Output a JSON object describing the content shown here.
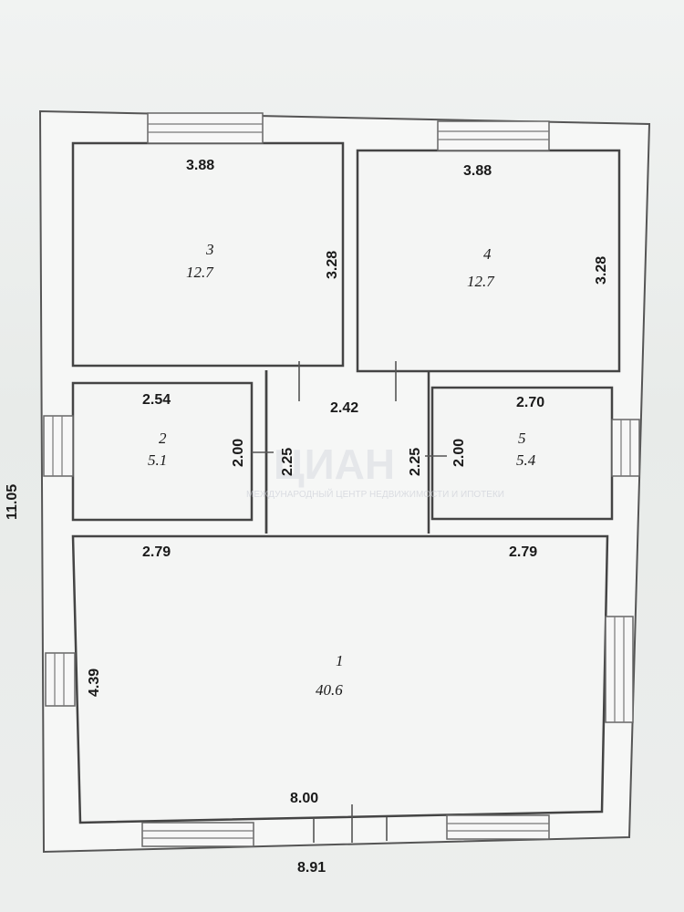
{
  "overall": {
    "width": "8.91",
    "height": "11.05",
    "inner_width": "8.00"
  },
  "rooms": [
    {
      "number": "1",
      "area": "40.6",
      "top_left_dim": "2.79",
      "top_right_dim": "2.79",
      "side_dim": "4.39"
    },
    {
      "number": "2",
      "area": "5.1",
      "top_dim": "2.54",
      "side_dim": "2.00"
    },
    {
      "number": "3",
      "area": "12.7",
      "top_dim": "3.88",
      "side_dim": "3.28"
    },
    {
      "number": "4",
      "area": "12.7",
      "top_dim": "3.88",
      "side_dim": "3.28"
    },
    {
      "number": "5",
      "area": "5.4",
      "top_dim": "2.70",
      "side_dim": "2.00"
    }
  ],
  "corridor": {
    "width_dim": "2.42",
    "left_height": "2.25",
    "right_height": "2.25"
  },
  "watermark": {
    "brand": "ЦИАН",
    "sub": "МЕЖДУНАРОДНЫЙ ЦЕНТР НЕДВИЖИМОСТИ И ИПОТЕКИ"
  }
}
